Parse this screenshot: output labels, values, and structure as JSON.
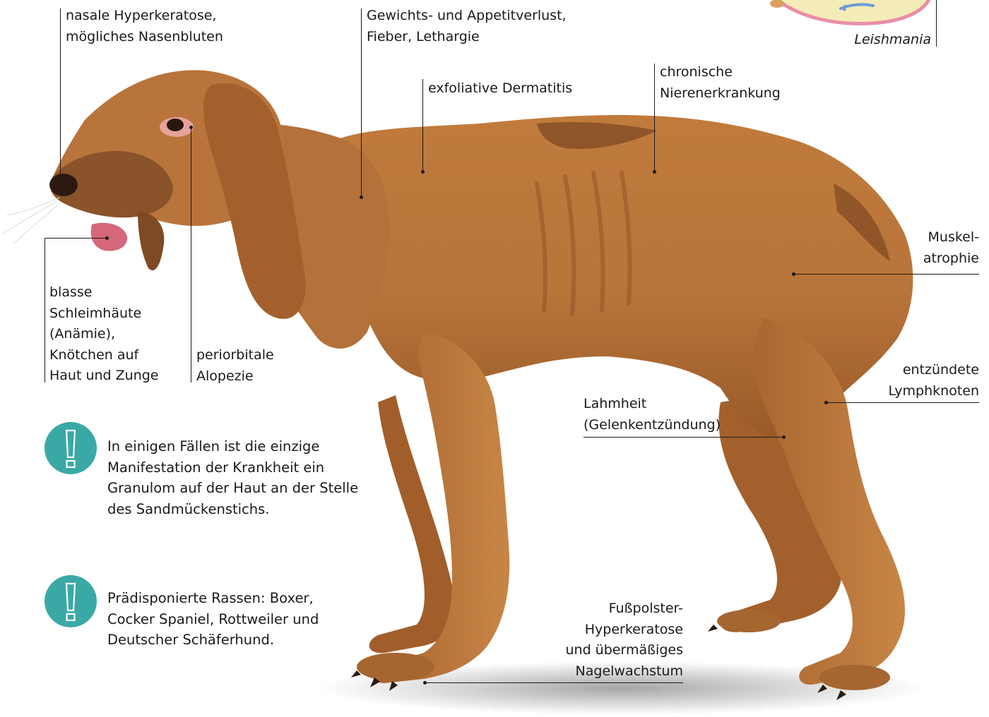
{
  "labels": {
    "nasal": "nasale Hyperkeratose,\nmögliches Nasenbluten",
    "weight": "Gewichts- und Appetitverlust,\nFieber, Lethargie",
    "dermatitis": "exfoliative Dermatitis",
    "kidney": "chronische\nNierenerkrankung",
    "leishmania": "Leishmania",
    "muscle": "Muskel-\natrophie",
    "mucosa": "blasse\nSchleimhäute\n(Anämie),\nKnötchen auf\nHaut und Zunge",
    "periorbital": "periorbitale\nAlopezie",
    "lymph": "entzündete\nLymphknoten",
    "lameness": "Lahmheit\n(Gelenkentzündung)",
    "footpad": "Fußpolster-\nHyperkeratose\nund übermäßiges\nNagelwachstum"
  },
  "notes": {
    "granuloma": "In einigen Fällen ist die einzige\nManifestation der Krankheit ein\nGranulom auf der Haut an der Stelle\ndes Sandmückenstichs.",
    "breeds": "Prädisponierte Rassen: Boxer,\nCocker Spaniel, Rottweiler und\nDeutscher Schäferhund."
  },
  "icons": {
    "warning": "exclamation-icon",
    "parasite": "leishmania-cell-icon",
    "animal": "dog-illustration"
  },
  "colors": {
    "dog_fur": "#b8753a",
    "fur_dark": "#7a4622",
    "icon_teal": "#3aa9a5",
    "cell_pink": "#e88fa6",
    "cell_yellow": "#f4ecb6",
    "arrow_blue": "#6c9ad8"
  }
}
